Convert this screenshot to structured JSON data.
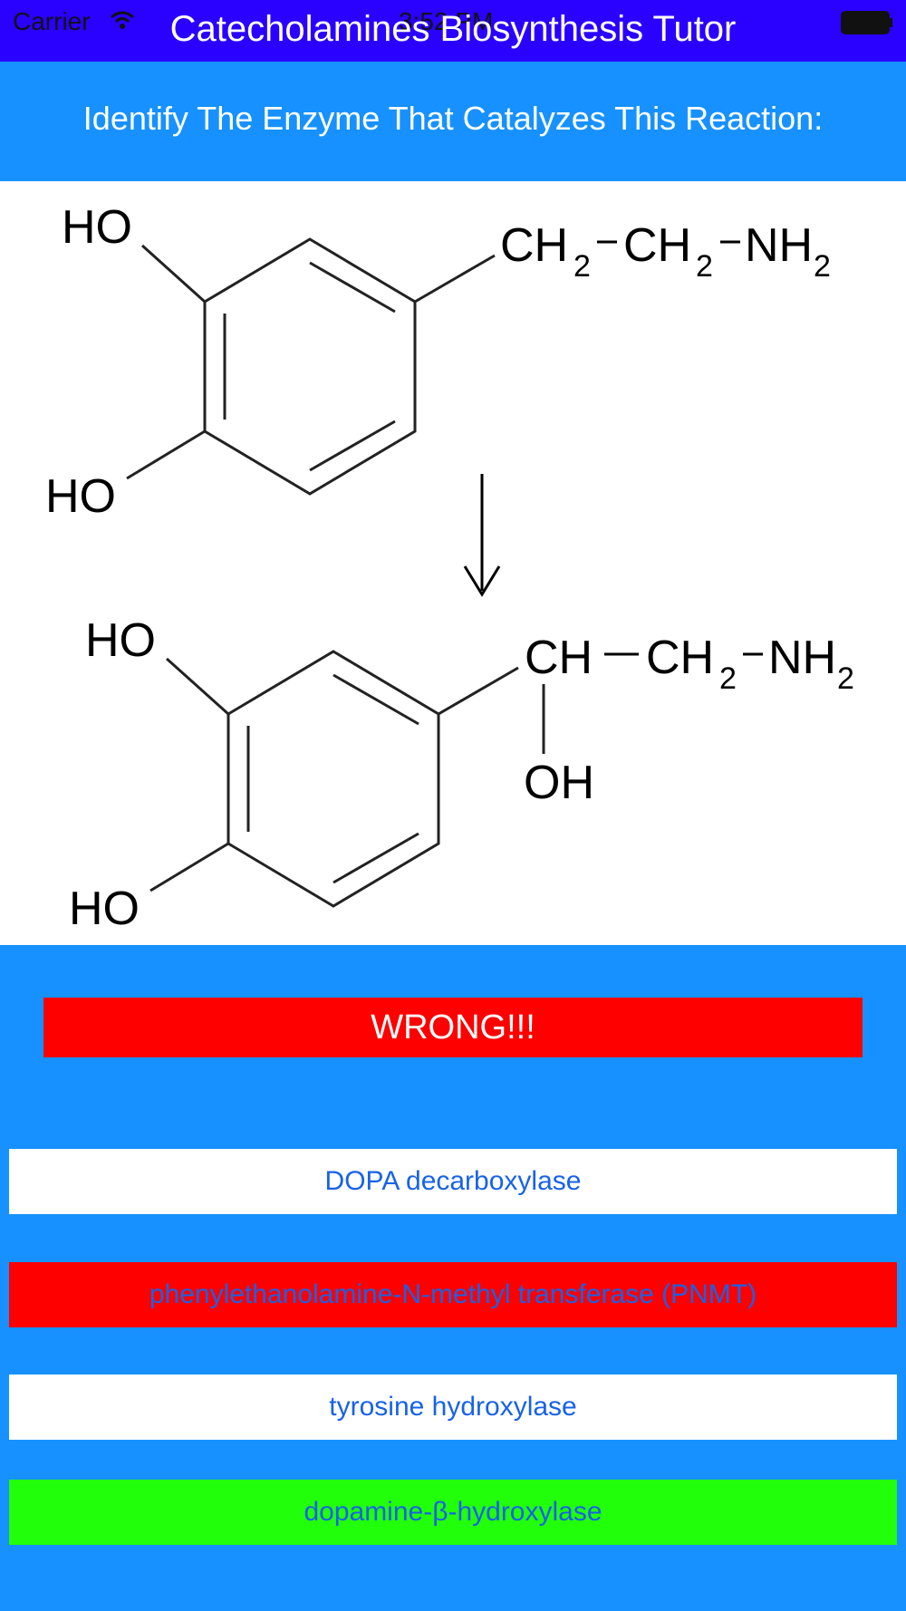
{
  "status_bar": {
    "carrier": "Carrier",
    "time": "3:52 PM",
    "icons": [
      "wifi-icon",
      "battery-icon"
    ]
  },
  "nav": {
    "title": "Catecholamines Biosynthesis Tutor"
  },
  "question": {
    "prompt": "Identify The Enzyme That Catalyzes This Reaction:"
  },
  "reaction": {
    "substrate": {
      "top_hydroxyl": "HO",
      "bottom_hydroxyl": "HO",
      "chain_1": "CH",
      "chain_1_sub": "2",
      "chain_2": "CH",
      "chain_2_sub": "2",
      "chain_3": "NH",
      "chain_3_sub": "2"
    },
    "product": {
      "top_hydroxyl": "HO",
      "bottom_hydroxyl": "HO",
      "chain_1": "CH",
      "chain_2": "CH",
      "chain_2_sub": "2",
      "chain_3": "NH",
      "chain_3_sub": "2",
      "side_hydroxyl": "OH"
    }
  },
  "feedback": {
    "text": "WRONG!!!"
  },
  "options": [
    {
      "label": "DOPA decarboxylase"
    },
    {
      "label": "phenylethanolamine-N-methyl transferase (PNMT)"
    },
    {
      "label": "tyrosine hydroxylase"
    },
    {
      "label": "dopamine-β-hydroxylase"
    }
  ],
  "colors": {
    "status_bar_bg": "#2a00ff",
    "panel_bg": "#1791ff",
    "wrong_red": "#ff0000",
    "correct_green": "#22ff0a",
    "option_text": "#1862e8"
  }
}
